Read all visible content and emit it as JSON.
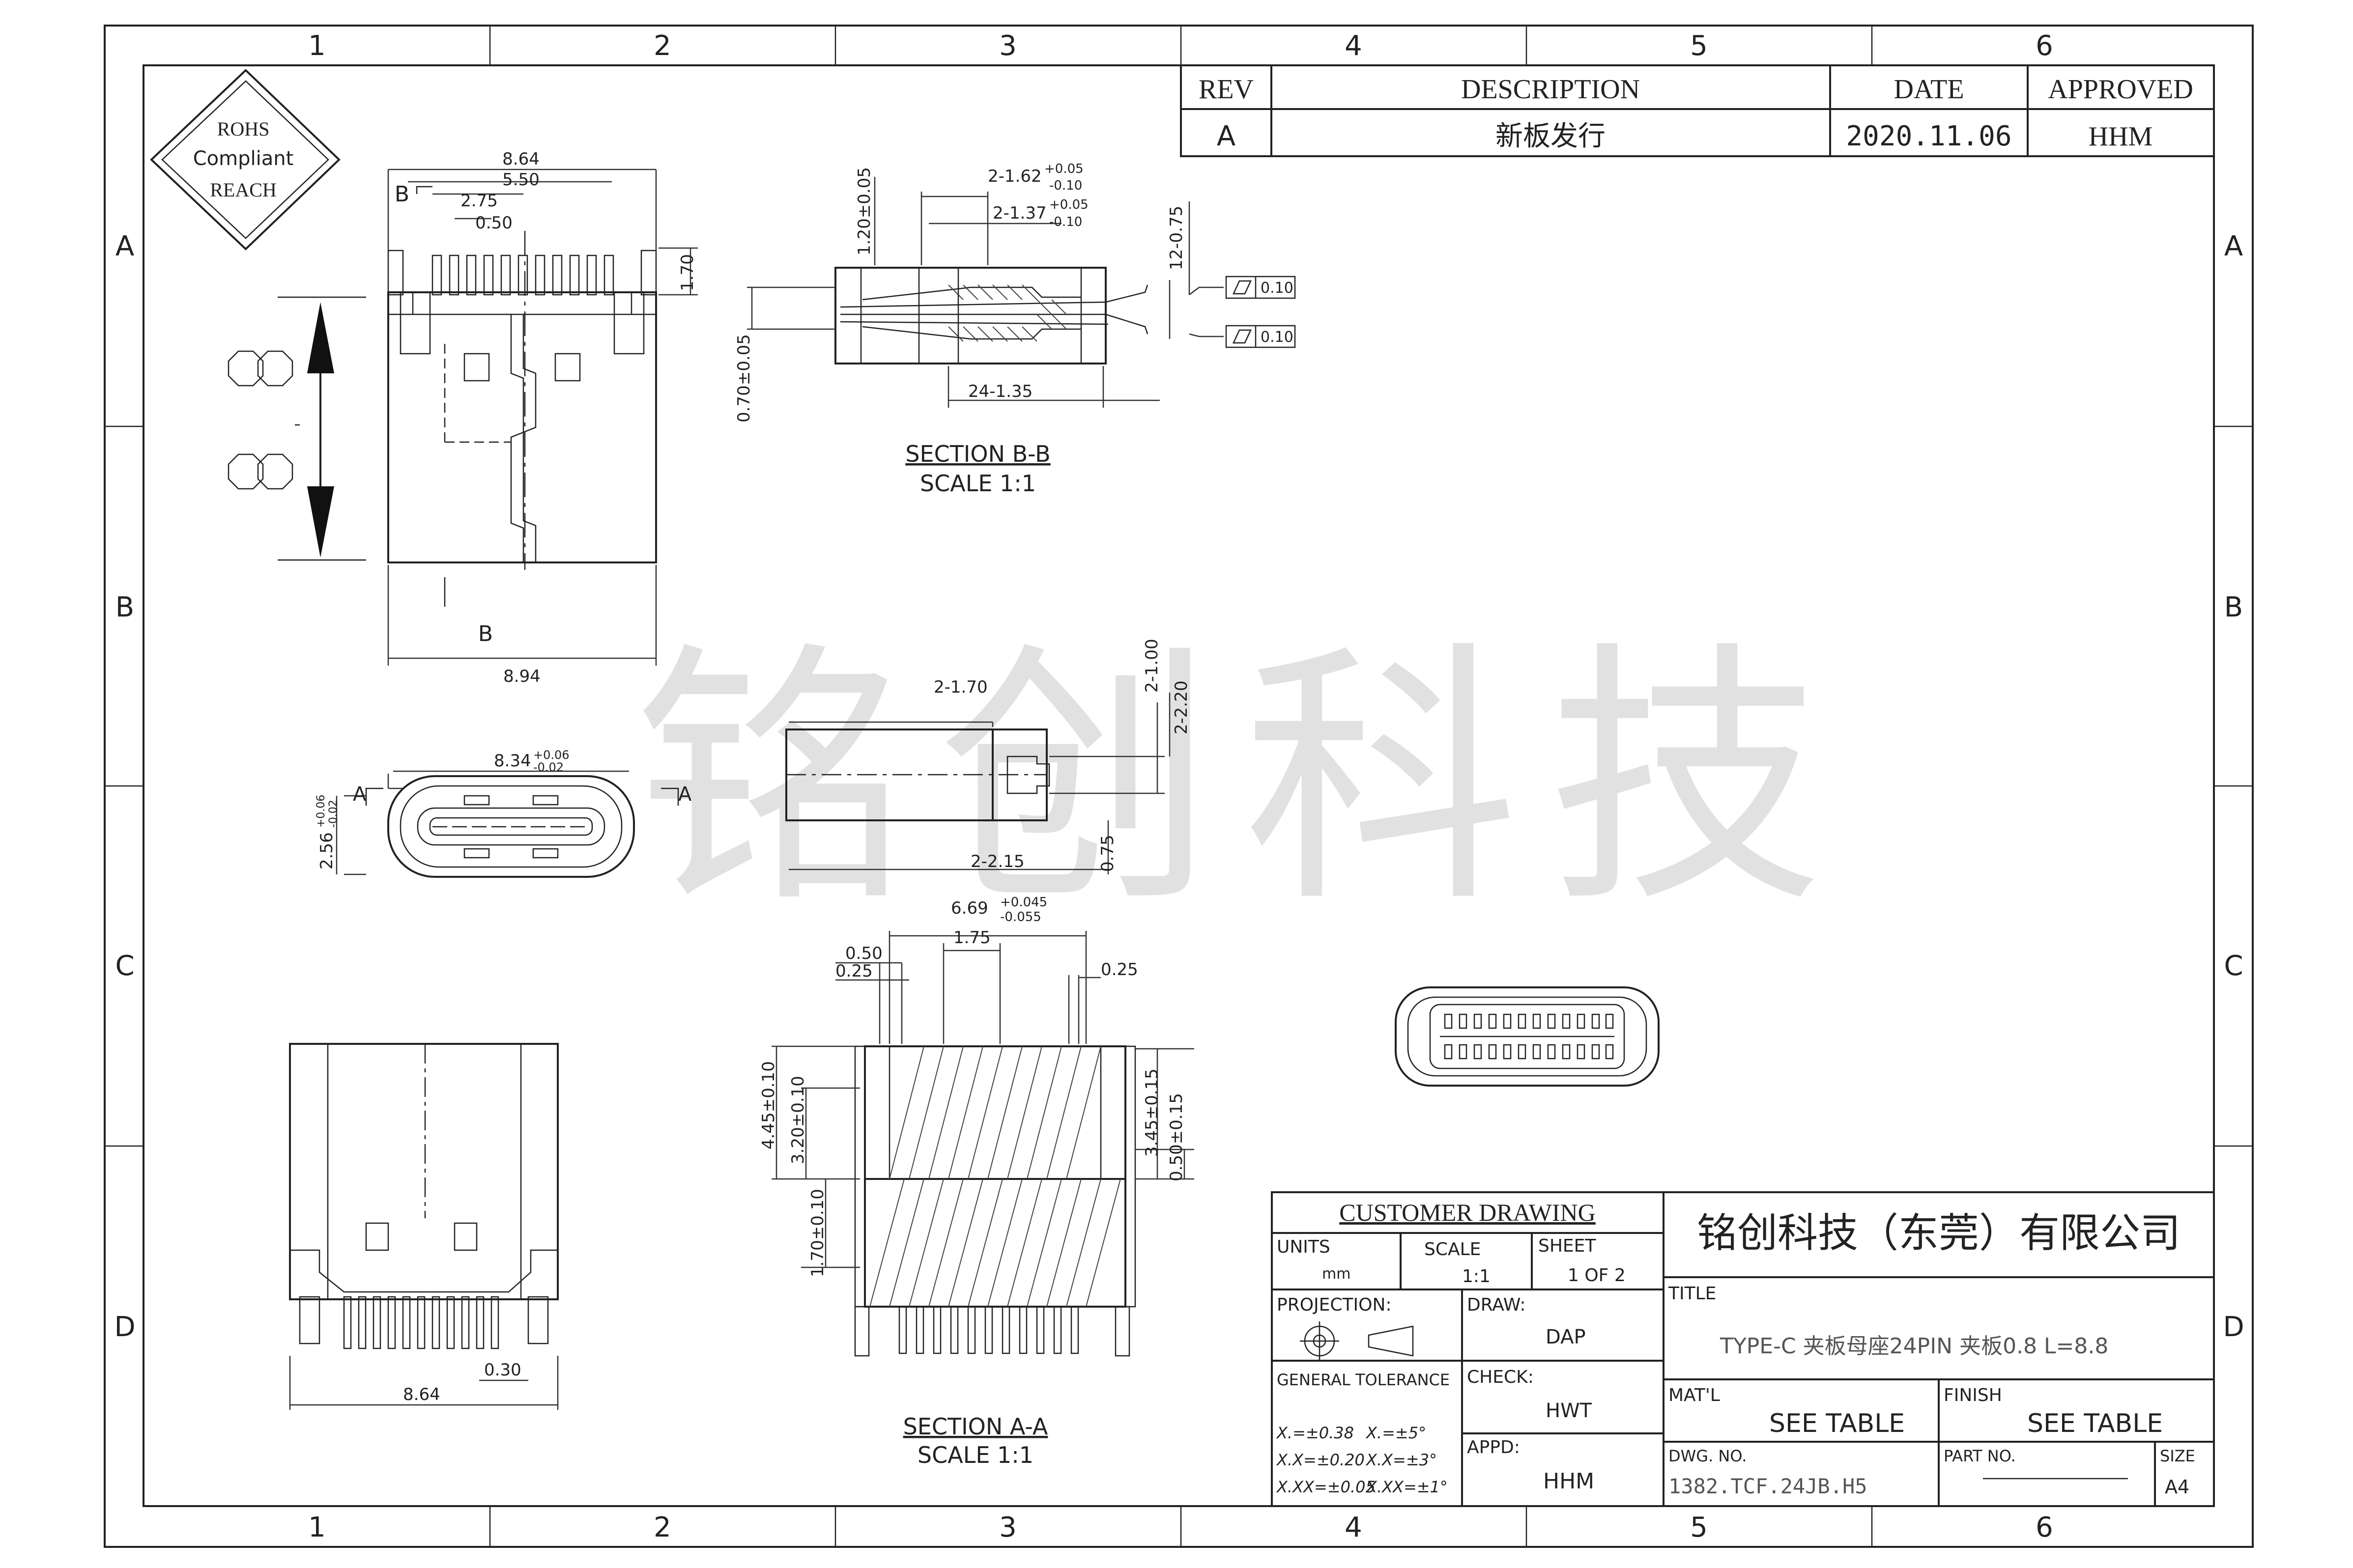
{
  "border": {
    "columns": [
      "1",
      "2",
      "3",
      "4",
      "5",
      "6"
    ],
    "rows": [
      "A",
      "B",
      "C",
      "D"
    ]
  },
  "revision_block": {
    "headers": {
      "rev": "REV",
      "description": "DESCRIPTION",
      "date": "DATE",
      "approved": "APPROVED"
    },
    "row": {
      "rev": "A",
      "description": "新板发行",
      "date": "2020.11.06",
      "approved": "HHM"
    }
  },
  "rohs_badge": {
    "line1": "ROHS",
    "line2": "Compliant",
    "line3": "REACH"
  },
  "watermark": "铭创科技",
  "top_view": {
    "dim_864": "8.64",
    "dim_550": "5.50",
    "dim_275": "2.75",
    "dim_050": "0.50",
    "dim_170": "1.70",
    "dim_894": "8.94",
    "section_mark_b1": "B",
    "section_mark_b2": "B"
  },
  "section_bb": {
    "dim_pitch1a": "2-1.62",
    "dim_pitch1a_tol_up": "+0.05",
    "dim_pitch1a_tol_dn": "-0.10",
    "dim_pitch1b": "2-1.37",
    "dim_pitch1b_tol_up": "+0.05",
    "dim_pitch1b_tol_dn": "-0.10",
    "dim_120": "1.20±0.05",
    "dim_1275": "12-0.75",
    "dim_070": "0.70±0.05",
    "dim_24135": "24-1.35",
    "flat1": "0.10",
    "flat2": "0.10",
    "label": "SECTION  B-B",
    "scale": "SCALE  1:1"
  },
  "front_view": {
    "dim_834": "8.34",
    "dim_834_up": "+0.06",
    "dim_834_dn": "-0.02",
    "dim_256": "2.56",
    "dim_256_up": "+0.06",
    "dim_256_dn": "-0.02",
    "mark_a1": "A",
    "mark_a2": "A"
  },
  "side_view": {
    "dim_2170": "2-1.70",
    "dim_2100": "2-1.00",
    "dim_2220": "2-2.20",
    "dim_2215": "2-2.15",
    "dim_075": "0.75"
  },
  "section_aa": {
    "dim_669": "6.69",
    "dim_669_up": "+0.045",
    "dim_669_dn": "-0.055",
    "dim_175": "1.75",
    "dim_050": "0.50",
    "dim_025a": "0.25",
    "dim_025b": "0.25",
    "dim_445": "4.45±0.10",
    "dim_320": "3.20±0.10",
    "dim_345": "3.45±0.15",
    "dim_050v": "0.50±0.15",
    "dim_170": "1.70±0.10",
    "label": "SECTION  A-A",
    "scale": "SCALE  1:1"
  },
  "bottom_view": {
    "dim_030": "0.30",
    "dim_864": "8.64"
  },
  "title_block": {
    "customer_drawing": "CUSTOMER  DRAWING",
    "company": "铭创科技（东莞）有限公司",
    "units_label": "UNITS",
    "units_value": "mm",
    "scale_label": "SCALE",
    "scale_value": "1:1",
    "sheet_label": "SHEET",
    "sheet_value": "1  OF  2",
    "projection_label": "PROJECTION:",
    "draw_label": "DRAW:",
    "draw_value": "DAP",
    "check_label": "CHECK:",
    "check_value": "HWT",
    "appd_label": "APPD:",
    "appd_value": "HHM",
    "tolerance_label": "GENERAL  TOLERANCE",
    "tol1": "X.=±0.38",
    "tol2": "X.=±5°",
    "tol3": "X.X=±0.20",
    "tol4": "X.X=±3°",
    "tol5": "X.XX=±0.05",
    "tol6": "X.XX=±1°",
    "title_label": "TITLE",
    "title_value": "TYPE-C 夹板母座24PIN 夹板0.8 L=8.8",
    "matl_label": "MAT'L",
    "matl_value": "SEE TABLE",
    "finish_label": "FINISH",
    "finish_value": "SEE TABLE",
    "dwg_label": "DWG. NO.",
    "dwg_value": "1382.TCF.24JB.H5",
    "part_label": "PART NO.",
    "size_label": "SIZE",
    "size_value": "A4"
  }
}
